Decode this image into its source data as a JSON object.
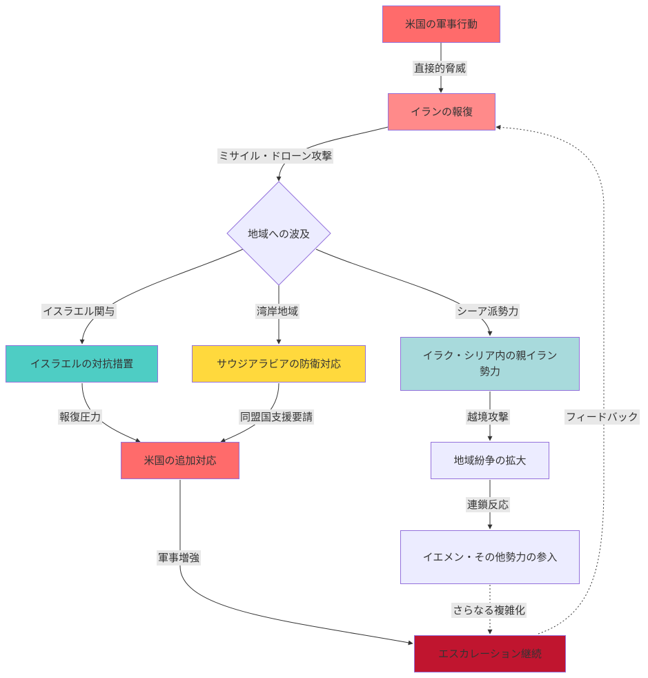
{
  "colors": {
    "us_action": "#ff6b6b",
    "iran_retaliation": "#ff8a8a",
    "israel": "#4ecdc4",
    "saudi": "#ffd93d",
    "proxies": "#a8dadc",
    "default": "#ececff",
    "escalation": "#c0152f",
    "stroke": "#9370DB",
    "edge_label_bg": "#e8e8e8"
  },
  "nodes": {
    "us_military_action": "米国の軍事行動",
    "iran_retaliation": "イランの報復",
    "regional_spillover": "地域への波及",
    "israel_countermeasures": "イスラエルの対抗措置",
    "saudi_defense": "サウジアラビアの防衛対応",
    "pro_iran_iraq_syria": "イラク・シリア内の親イラン勢力",
    "us_additional_response": "米国の追加対応",
    "regional_conflict_expansion": "地域紛争の拡大",
    "yemen_other_forces": "イエメン・その他勢力の参入",
    "escalation_continues": "エスカレーション継続"
  },
  "edges": {
    "direct_threat": "直接的脅威",
    "missile_drone_attack": "ミサイル・ドローン攻撃",
    "israel_involvement": "イスラエル関与",
    "gulf_region": "湾岸地域",
    "shia_forces": "シーア派勢力",
    "retaliatory_pressure": "報復圧力",
    "ally_support_request": "同盟国支援要請",
    "cross_border_attack": "越境攻撃",
    "military_buildup": "軍事増強",
    "chain_reaction": "連鎖反応",
    "further_complication": "さらなる複雑化",
    "feedback": "フィードバック"
  }
}
